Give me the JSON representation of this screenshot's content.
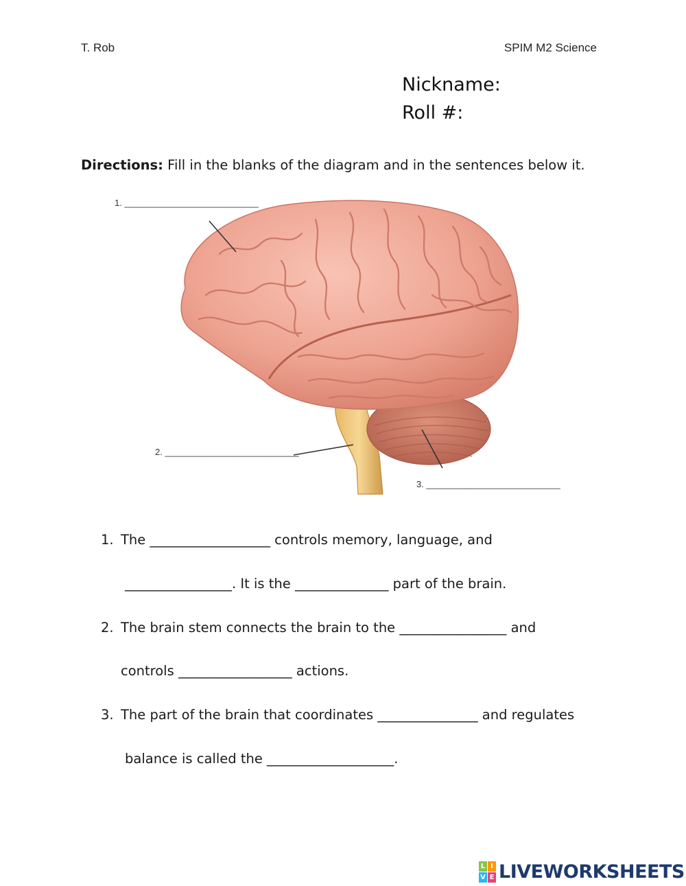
{
  "header": {
    "left": "T. Rob",
    "right": "SPIM M2 Science"
  },
  "identity": {
    "nickname_label": "Nickname:",
    "roll_label": "Roll #:"
  },
  "directions": {
    "label": "Directions:",
    "text": " Fill in the blanks of the diagram and in the sentences below it."
  },
  "diagram": {
    "labels": [
      {
        "number": "1.",
        "blank": "___________________________"
      },
      {
        "number": "2.",
        "blank": "___________________________"
      },
      {
        "number": "3.",
        "blank": "___________________________"
      }
    ]
  },
  "questions": [
    {
      "number": "1.",
      "line1": "The __________________ controls memory, language, and",
      "line2": "________________. It is the ______________ part of the brain."
    },
    {
      "number": "2.",
      "line1": "The brain stem connects the brain to the ________________ and",
      "line2": "controls _________________ actions."
    },
    {
      "number": "3.",
      "line1": "The part of the brain that coordinates _______________ and regulates",
      "line2": "balance is called the ___________________."
    }
  ],
  "footer": {
    "logo_text": "LIVEWORKSHEETS",
    "logo_letters": [
      "L",
      "I",
      "V",
      "E"
    ],
    "logo_colors": [
      "#8bc34a",
      "#ff9800",
      "#29b6f6",
      "#ec407a"
    ]
  }
}
